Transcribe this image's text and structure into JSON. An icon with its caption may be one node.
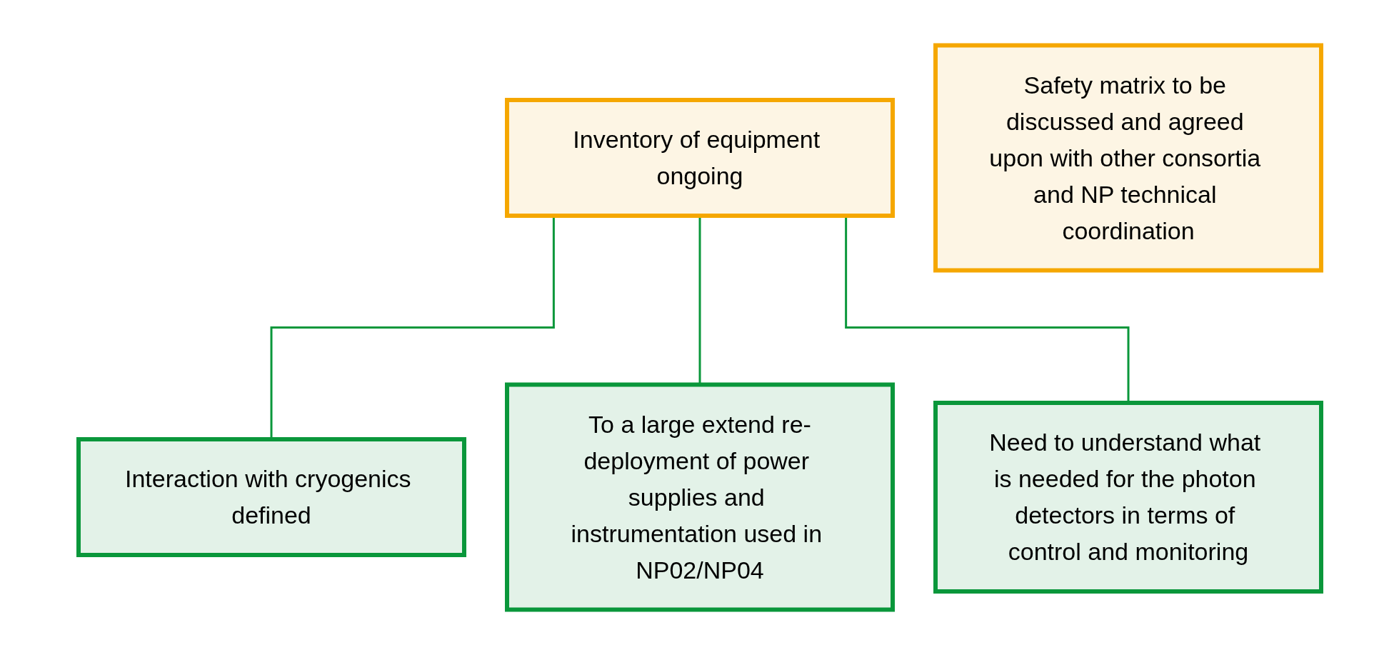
{
  "diagram": {
    "nodes": [
      {
        "text": [
          "Inventory of equipment ongoing"
        ]
      },
      {
        "text": [
          "Safety matrix to be discussed and agreed upon with other consortia and NP technical coordination"
        ]
      },
      {
        "text": [
          "Interaction with cryogenics defined"
        ]
      },
      {
        "text": [
          "To a large extend re-deployment of power supplies and instrumentation used in NP02/NP04"
        ]
      },
      {
        "text": [
          "Need to understand what is needed for the photon detectors in terms of control and monitoring"
        ]
      }
    ],
    "edges": [
      {
        "from": 0,
        "to": 2,
        "arrow": "none"
      },
      {
        "from": 0,
        "to": 3,
        "arrow": "none"
      },
      {
        "from": 0,
        "to": 4,
        "arrow": "none"
      }
    ]
  }
}
